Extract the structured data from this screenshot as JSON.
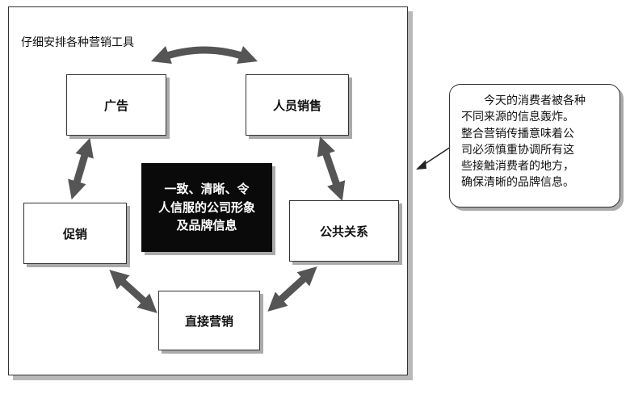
{
  "diagram": {
    "title": "仔细安排各种营销工具",
    "center_text_lines": [
      "一致、清晰、令",
      "人信服的公司形象",
      "及品牌信息"
    ],
    "boxes": {
      "advertising": "广告",
      "personal_selling": "人员销售",
      "public_relations": "公共关系",
      "direct_marketing": "直接营销",
      "sales_promotion": "促销"
    }
  },
  "callout": {
    "lines": [
      "今天的消费者被各种",
      "不同来源的信息轰炸。",
      "整合营销传播意味着公",
      "司必须慎重协调所有这",
      "些接触消费者的地方，",
      "确保清晰的品牌信息。"
    ]
  },
  "colors": {
    "center_fill": "#0a0a0a",
    "arrow_fill": "#555555"
  }
}
